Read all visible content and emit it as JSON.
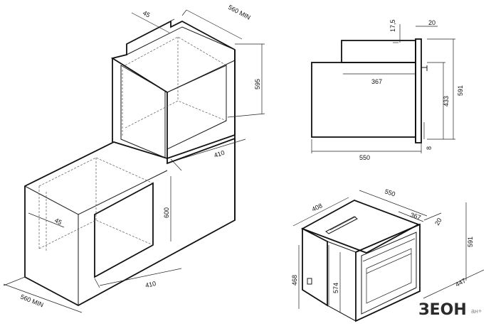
{
  "dimensions": {
    "tall_top_depth": "45",
    "tall_width_min": "560 MIN",
    "tall_niche_height": "595",
    "tall_niche_depth": "410",
    "low_niche_height": "600",
    "low_top_depth": "45",
    "low_niche_depth": "410",
    "low_width_min": "560 MIN",
    "side_panel_offset": "17,5",
    "side_door_thickness": "20",
    "side_body_depth": "367",
    "side_total_height": "591",
    "side_front_height": "433",
    "side_bottom_gap": "8",
    "side_total_depth": "550",
    "iso_width": "408",
    "iso_depth": "550",
    "iso_body_depth": "367",
    "iso_door": "20",
    "iso_height": "591",
    "iso_left_height": "468",
    "iso_inner_height": "574",
    "iso_bottom_width": "447"
  },
  "brand": {
    "name": "ЗEОН",
    "tag": "ан+"
  },
  "colors": {
    "line": "#1a1a1a",
    "background": "#ffffff"
  }
}
